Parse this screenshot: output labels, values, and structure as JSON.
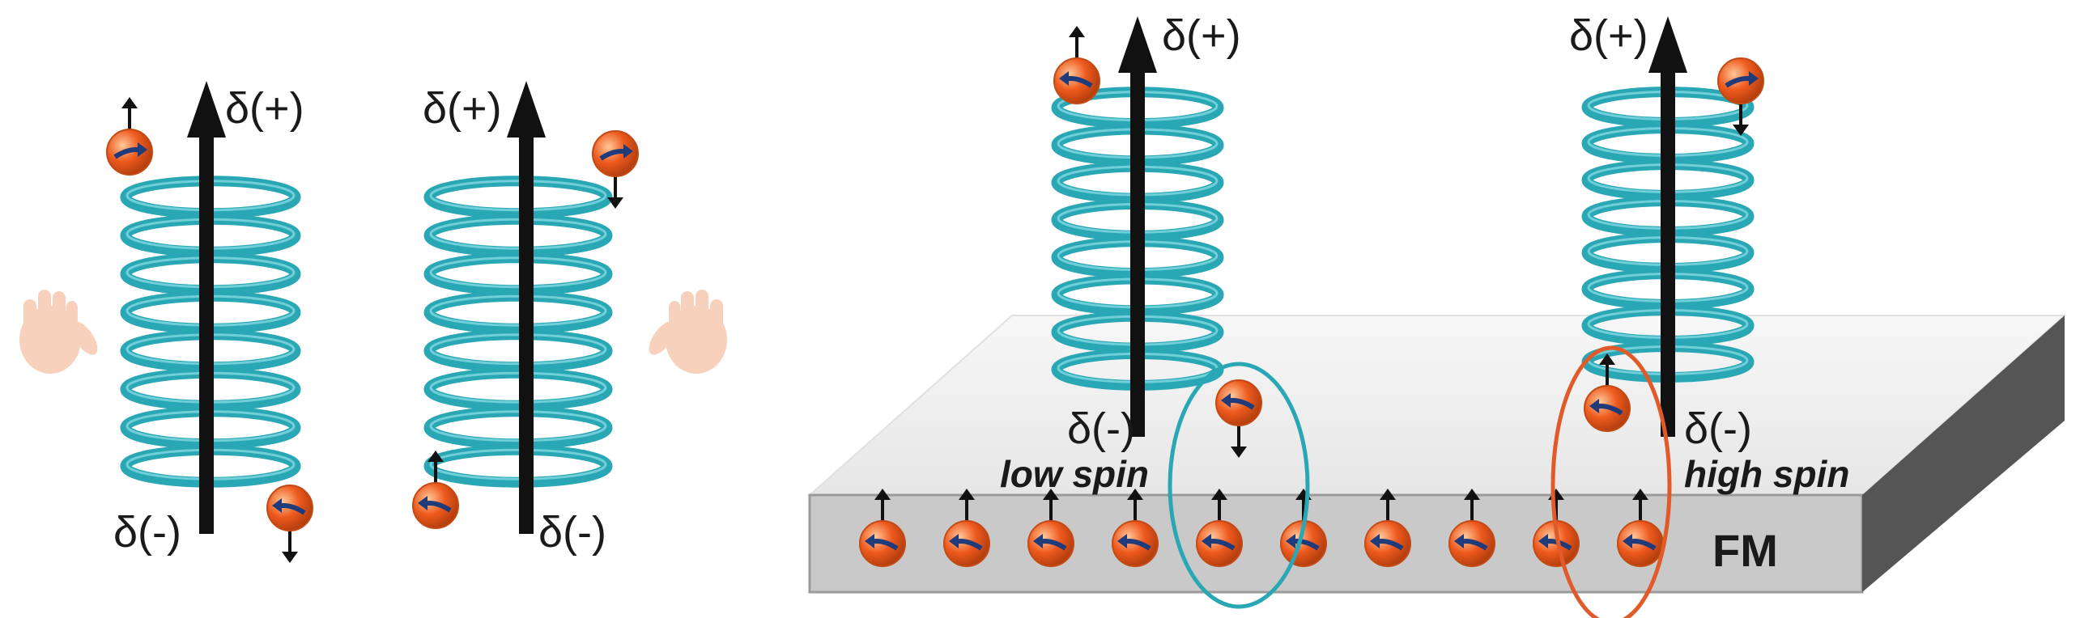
{
  "labels": {
    "delta_plus": "δ(+)",
    "delta_minus": "δ(-)",
    "low_spin": "low spin",
    "high_spin": "high spin",
    "fm": "FM"
  },
  "colors": {
    "helix": "#2aa7b4",
    "helix_highlight": "#8fe0e8",
    "electron": "#ee5a1e",
    "electron_highlight": "#ffb27a",
    "spin_arrow": "#1f3b7a",
    "arrow": "#111111",
    "hand": "#f7c9b2",
    "substrate_top": "#f2f2f2",
    "substrate_front": "#c9c9c9",
    "substrate_side": "#555555",
    "circle_low": "#2aa7b4",
    "circle_high": "#e05a2a"
  },
  "icons": [
    "left-hand-icon",
    "right-hand-icon",
    "electron-icon",
    "chiral-helix-icon"
  ]
}
